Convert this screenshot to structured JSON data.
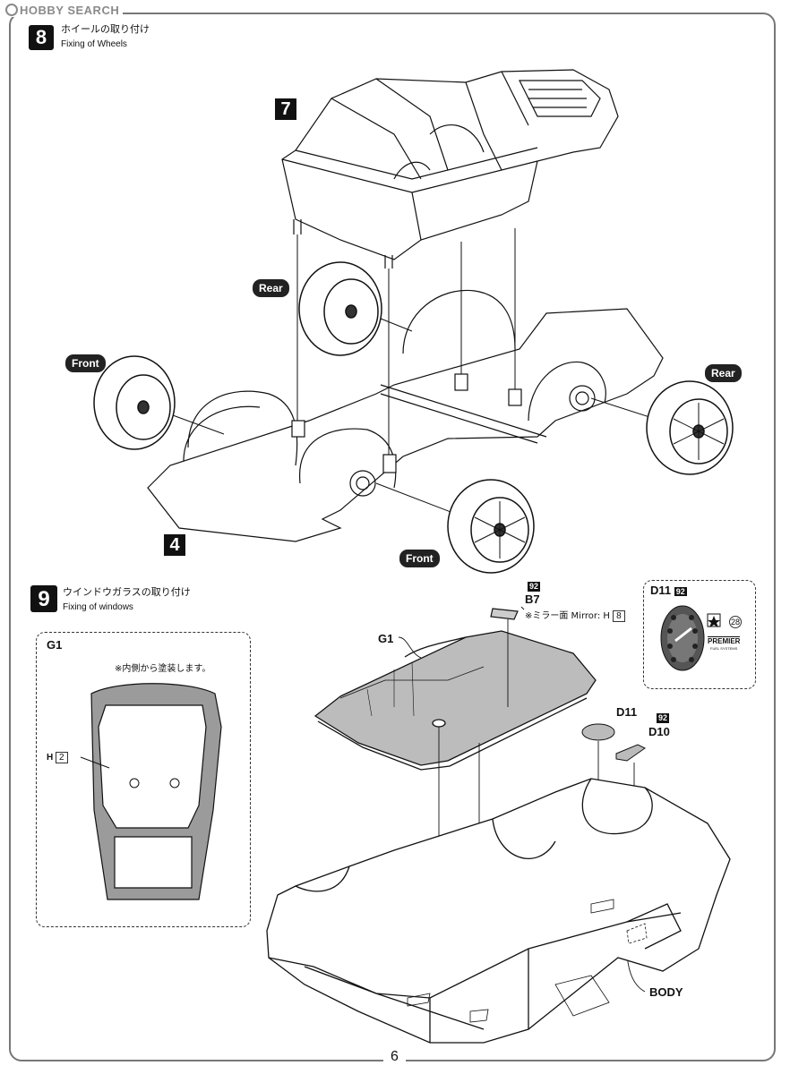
{
  "logo": {
    "text": "HOBBY SEARCH"
  },
  "step8": {
    "number": "8",
    "title_jp": "ホイールの取り付け",
    "title_en": "Fixing of Wheels",
    "sub_step_top": "7",
    "sub_step_bottom": "4",
    "labels": {
      "rear_left": "Rear",
      "front_left": "Front",
      "rear_right": "Rear",
      "front_bottom": "Front"
    }
  },
  "step9": {
    "number": "9",
    "title_jp": "ウインドウガラスの取り付け",
    "title_en": "Fixing of windows",
    "inset_g1": {
      "label": "G1",
      "note": "※内側から塗装します。",
      "paint_label": "H",
      "paint_code": "2"
    },
    "inset_d11": {
      "label": "D11",
      "tag": "92",
      "star_num": "28",
      "brand": "PREMIER",
      "brand_sub": "FUEL SYSTEMS"
    },
    "parts": {
      "b7_tag": "92",
      "b7": "B7",
      "mirror_note": "※ミラー面 Mirror: H",
      "mirror_code": "8",
      "g1": "G1",
      "d11": "D11",
      "d10_tag": "92",
      "d10": "D10",
      "body": "BODY"
    }
  },
  "page_number": "6"
}
